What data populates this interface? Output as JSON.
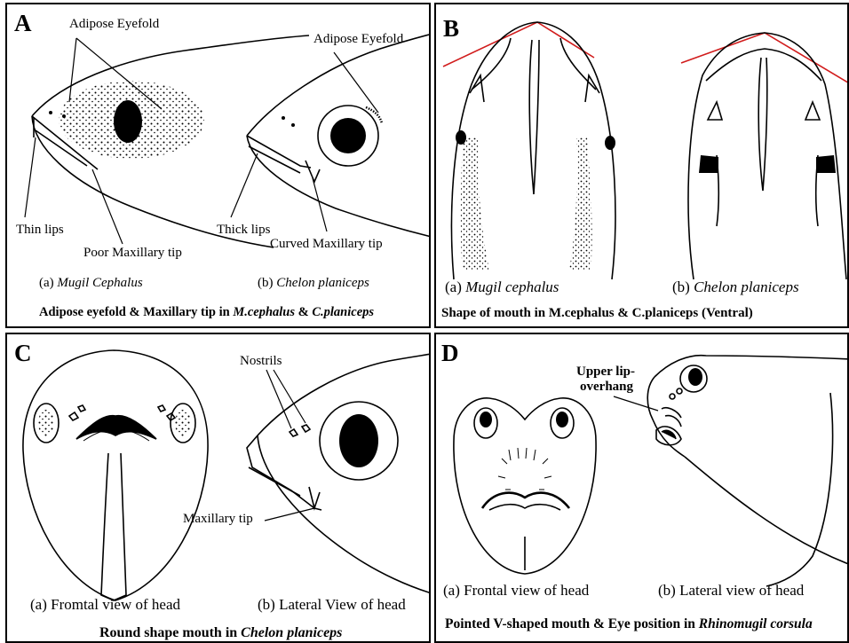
{
  "panel_a": {
    "letter": "A",
    "labels": {
      "adipose_eyefold_left": "Adipose Eyefold",
      "adipose_eyefold_right": "Adipose Eyefold",
      "thin_lips": "Thin lips",
      "poor_maxillary_tip": "Poor Maxillary tip",
      "thick_lips": "Thick lips",
      "curved_maxillary_tip": "Curved Maxillary tip"
    },
    "caption_a_prefix": "(a) ",
    "caption_a_species": "Mugil Cephalus",
    "caption_b_prefix": "(b) ",
    "caption_b_species": "Chelon planiceps",
    "title_main": "Adipose eyefold & Maxillary tip in ",
    "title_sp1": "M.cephalus",
    "title_amp": " & ",
    "title_sp2": "C.planiceps"
  },
  "panel_b": {
    "letter": "B",
    "caption_a_prefix": "(a) ",
    "caption_a_species": "Mugil cephalus",
    "caption_b_prefix": "(b) ",
    "caption_b_species": "Chelon planiceps",
    "title": "Shape of mouth in M.cephalus & C.planiceps (Ventral)",
    "line_color": "#d11c1c"
  },
  "panel_c": {
    "letter": "C",
    "labels": {
      "nostrils": "Nostrils",
      "maxillary_tip": "Maxillary tip"
    },
    "caption_a": "(a) Fromtal view of head",
    "caption_b": "(b) Lateral View of head",
    "title_main": "Round shape mouth in ",
    "title_species": "Chelon planiceps"
  },
  "panel_d": {
    "letter": "D",
    "labels": {
      "upper_lip_line1": "Upper lip-",
      "upper_lip_line2": "overhang"
    },
    "caption_a": "(a) Frontal view of head",
    "caption_b": "(b) Lateral view of head",
    "title_main": "Pointed V-shaped mouth & Eye position in ",
    "title_species": "Rhinomugil corsula"
  }
}
